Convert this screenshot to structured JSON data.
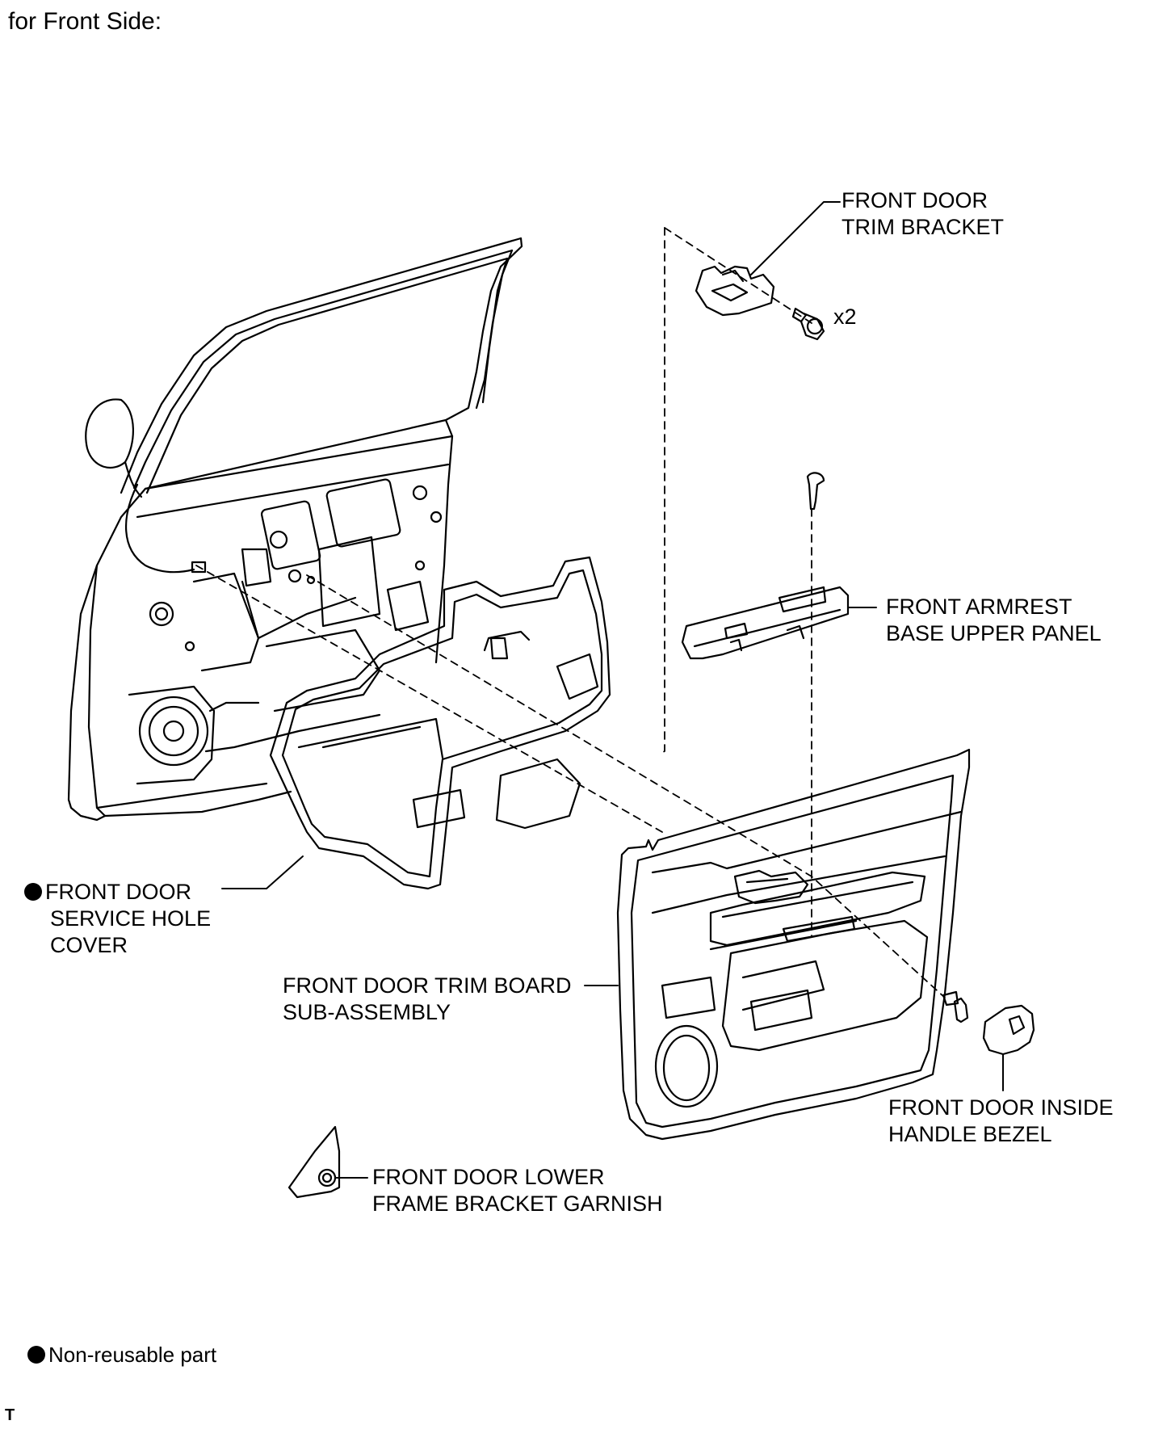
{
  "heading": "for Front Side:",
  "labels": {
    "trim_bracket": [
      "FRONT DOOR",
      "TRIM BRACKET"
    ],
    "trim_bracket_qty": "x2",
    "armrest_panel": [
      "FRONT ARMREST",
      "BASE UPPER PANEL"
    ],
    "service_hole_cover": [
      "FRONT DOOR",
      "SERVICE HOLE",
      "COVER"
    ],
    "trim_board": [
      "FRONT DOOR TRIM BOARD",
      "SUB-ASSEMBLY"
    ],
    "handle_bezel": [
      "FRONT DOOR INSIDE",
      "HANDLE BEZEL"
    ],
    "garnish": [
      "FRONT DOOR LOWER",
      "FRAME BRACKET GARNISH"
    ]
  },
  "legend": {
    "symbol": "non-reusable-bullet",
    "text": "Non-reusable part"
  },
  "corner_mark": "T"
}
